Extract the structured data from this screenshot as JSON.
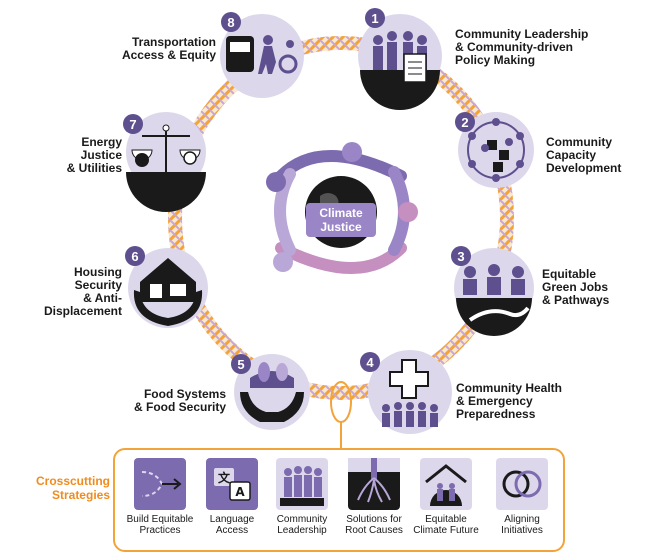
{
  "center": {
    "label_line1": "Climate",
    "label_line2": "Justice"
  },
  "nodes": [
    {
      "number": "1",
      "lines": [
        "Community Leadership",
        "& Community-driven",
        "Policy Making"
      ],
      "icon": "community-leadership-icon"
    },
    {
      "number": "2",
      "lines": [
        "Community",
        "Capacity",
        "Development"
      ],
      "icon": "capacity-building-icon"
    },
    {
      "number": "3",
      "lines": [
        "Equitable",
        "Green Jobs",
        "& Pathways"
      ],
      "icon": "green-jobs-icon"
    },
    {
      "number": "4",
      "lines": [
        "Community Health",
        "& Emergency",
        "Preparedness"
      ],
      "icon": "health-cross-icon"
    },
    {
      "number": "5",
      "lines": [
        "Food Systems",
        "& Food Security"
      ],
      "icon": "food-basket-icon"
    },
    {
      "number": "6",
      "lines": [
        "Housing",
        "Security",
        "& Anti-",
        "Displacement"
      ],
      "icon": "house-hands-icon"
    },
    {
      "number": "7",
      "lines": [
        "Energy",
        "Justice",
        "& Utilities"
      ],
      "icon": "energy-scale-icon"
    },
    {
      "number": "8",
      "lines": [
        "Transportation",
        "Access & Equity"
      ],
      "icon": "transit-icon"
    }
  ],
  "crosscutting": {
    "title_line1": "Crosscutting",
    "title_line2": "Strategies",
    "items": [
      {
        "lines": [
          "Build Equitable",
          "Practices"
        ],
        "icon": "dashed-arrow-icon"
      },
      {
        "lines": [
          "Language",
          "Access"
        ],
        "icon": "translate-icon"
      },
      {
        "lines": [
          "Community",
          "Leadership"
        ],
        "icon": "people-group-icon"
      },
      {
        "lines": [
          "Solutions for",
          "Root Causes"
        ],
        "icon": "roots-icon"
      },
      {
        "lines": [
          "Equitable",
          "Climate Future"
        ],
        "icon": "home-earth-icon"
      },
      {
        "lines": [
          "Aligning",
          "Initiatives"
        ],
        "icon": "venn-circles-icon"
      }
    ]
  },
  "colors": {
    "purple": "#7d6bb0",
    "light_purple": "#ddd7ec",
    "pink": "#c58fc0",
    "orange": "#f2a33a",
    "dark": "#1a1a1a"
  }
}
